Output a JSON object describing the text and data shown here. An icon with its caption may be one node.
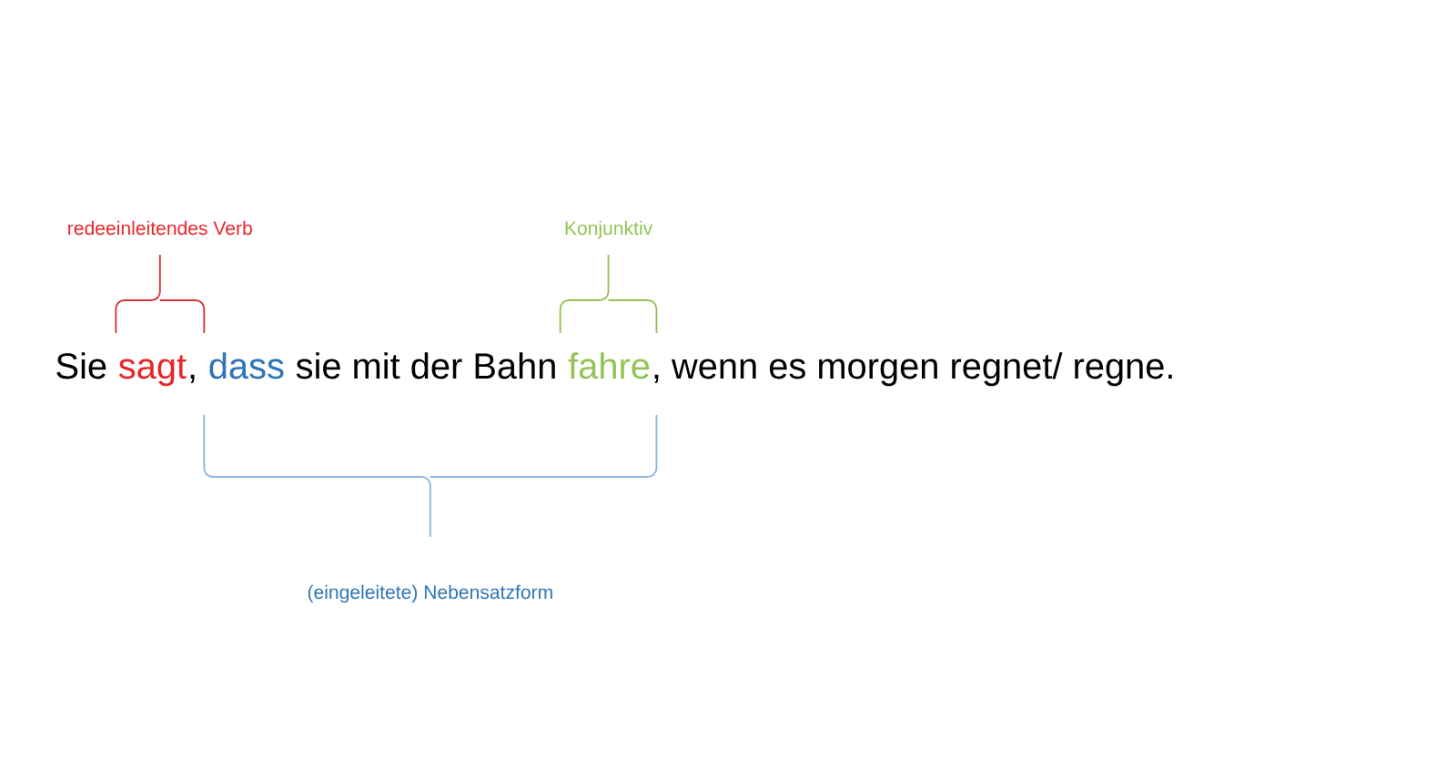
{
  "diagram": {
    "labels": [
      "redeeinleitendes Verb",
      "Konjunktiv",
      "Sie",
      "sagt",
      ",",
      "dass",
      "sie mit der Bahn",
      "fahre",
      ", wenn es morgen regnet/ regne.",
      "(eingeleitete) Nebensatzform"
    ]
  }
}
